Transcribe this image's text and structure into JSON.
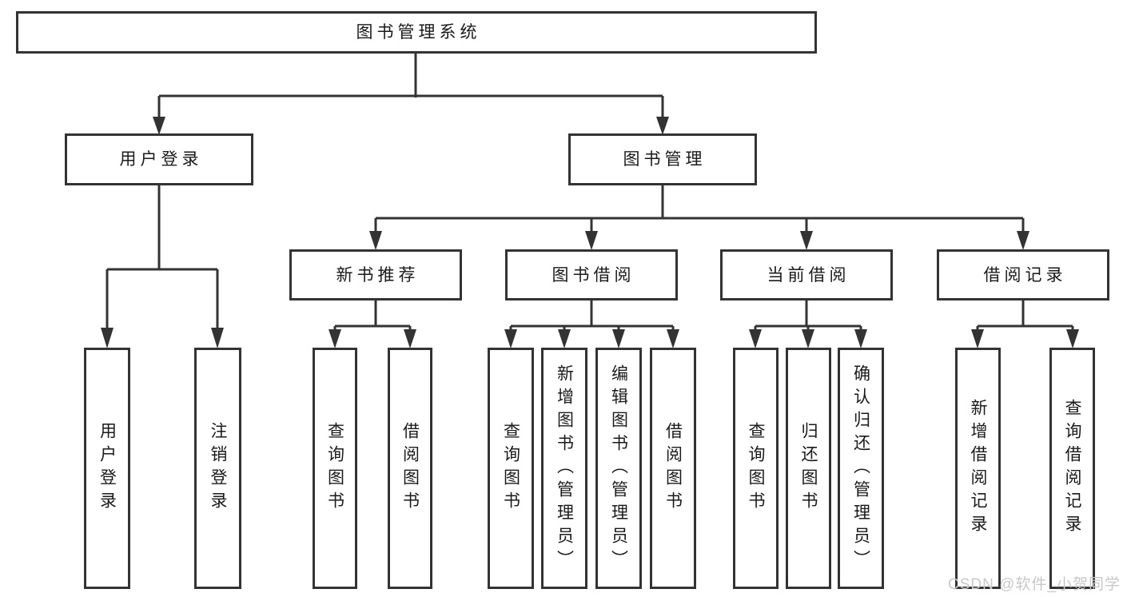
{
  "tree": {
    "label": "图书管理系统",
    "children": [
      {
        "label": "用户登录",
        "children": [
          {
            "label": "用户登录"
          },
          {
            "label": "注销登录"
          }
        ]
      },
      {
        "label": "图书管理",
        "children": [
          {
            "label": "新书推荐",
            "children": [
              {
                "label": "查询图书"
              },
              {
                "label": "借阅图书"
              }
            ]
          },
          {
            "label": "图书借阅",
            "children": [
              {
                "label": "查询图书"
              },
              {
                "label": "新增图书（管理员）"
              },
              {
                "label": "编辑图书（管理员）"
              },
              {
                "label": "借阅图书"
              }
            ]
          },
          {
            "label": "当前借阅",
            "children": [
              {
                "label": "查询图书"
              },
              {
                "label": "归还图书"
              },
              {
                "label": "确认归还（管理员）"
              }
            ]
          },
          {
            "label": "借阅记录",
            "children": [
              {
                "label": "新增借阅记录"
              },
              {
                "label": "查询借阅记录"
              }
            ]
          }
        ]
      }
    ]
  },
  "watermark": {
    "text": "CSDN @软件_小贺同学"
  },
  "colors": {
    "line": "#333333",
    "box_background": "#ffffff",
    "text": "#1a1a1a",
    "watermark": "#c8c8c8"
  }
}
